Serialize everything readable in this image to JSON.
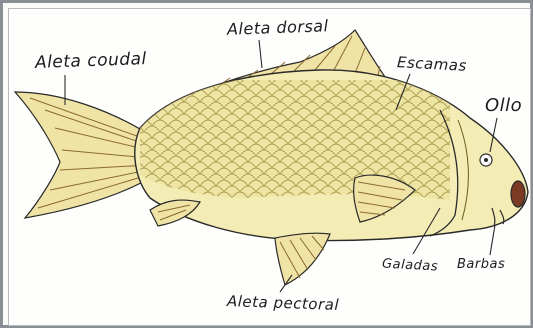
{
  "labels": {
    "caudal_fin": "Aleta coudal",
    "dorsal_fin": "Aleta dorsal",
    "scales": "Escamas",
    "eye": "Ollo",
    "gills": "Galadas",
    "barbels": "Barbas",
    "pectoral_fin": "Aleta pectoral"
  },
  "colors": {
    "body_fill": "#f3ecb4",
    "scale_fill": "#e6d98a",
    "fin_fill": "#efe3a6",
    "fin_stroke": "#8a6a2e",
    "mouth": "#7a3b22",
    "outline": "#2a2a2a"
  }
}
